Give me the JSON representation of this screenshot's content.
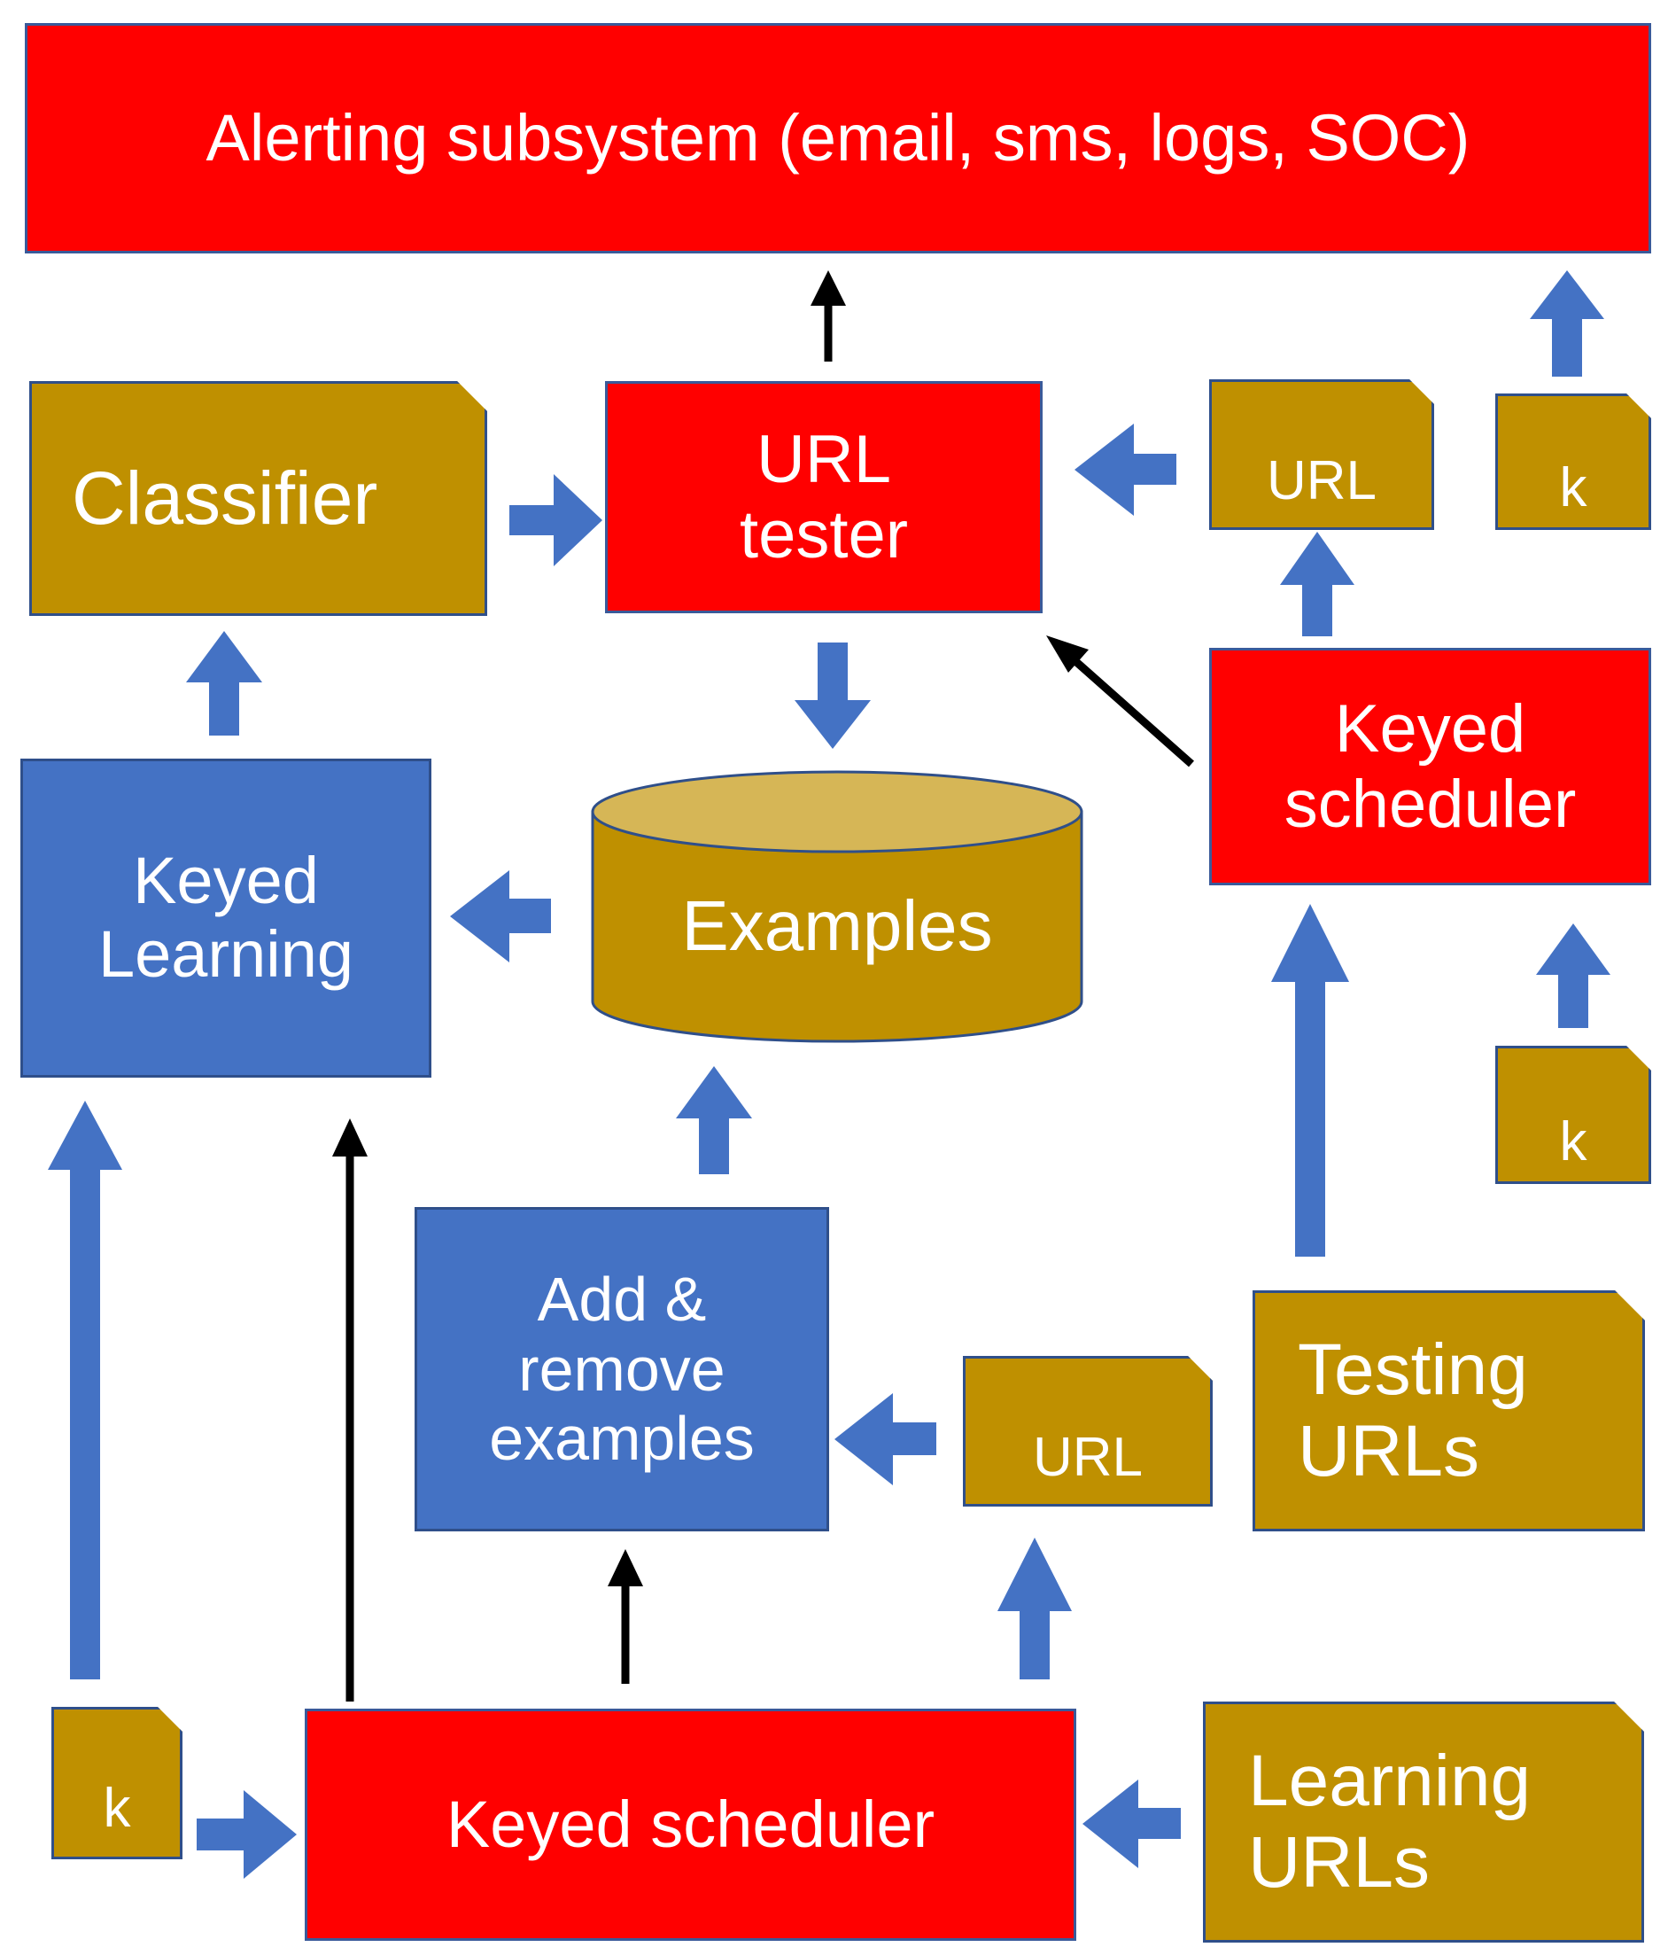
{
  "nodes": {
    "alerting": "Alerting subsystem (email, sms, logs, SOC)",
    "url_tester": [
      "URL",
      "tester"
    ],
    "classifier": "Classifier",
    "url_top": "URL",
    "k_top": "k",
    "keyed_scheduler_top": [
      "Keyed",
      "scheduler"
    ],
    "keyed_learning": [
      "Keyed",
      "Learning"
    ],
    "examples": "Examples",
    "k_mid": "k",
    "add_remove": [
      "Add &",
      "remove",
      "examples"
    ],
    "url_mid": "URL",
    "testing_urls": [
      "Testing",
      "URLs"
    ],
    "k_bottom": "k",
    "keyed_scheduler_bottom": "Keyed scheduler",
    "learning_urls": [
      "Learning",
      "URLs"
    ]
  },
  "colors": {
    "process_red": "#ff0000",
    "learning_blue": "#4472c4",
    "data_gold": "#bf9000",
    "db_top": "#d6b656",
    "arrow_blue": "#4472c4",
    "arrow_black": "#000000"
  }
}
